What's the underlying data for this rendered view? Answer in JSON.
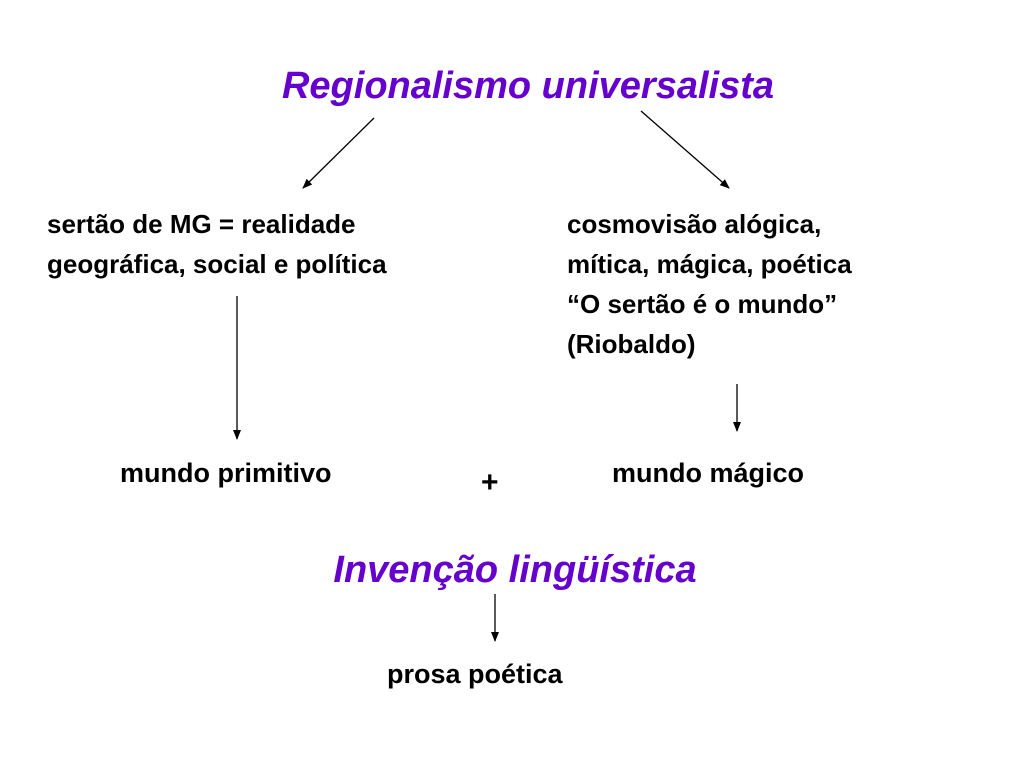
{
  "title_main": "Regionalismo universalista",
  "left_box": {
    "lines": [
      "sertão de MG = realidade",
      "geográfica, social e política"
    ]
  },
  "right_box": {
    "lines": [
      "cosmovisão alógica,",
      "mítica, mágica, poética",
      "“O sertão é o mundo”",
      "(Riobaldo)"
    ]
  },
  "mundo_primitivo": "mundo primitivo",
  "plus": "+",
  "mundo_magico": "mundo mágico",
  "title_invencao": "Invenção lingüística",
  "prosa_poetica": "prosa poética",
  "colors": {
    "title": "#6600cc",
    "text": "#000000",
    "arrow": "#000000"
  }
}
